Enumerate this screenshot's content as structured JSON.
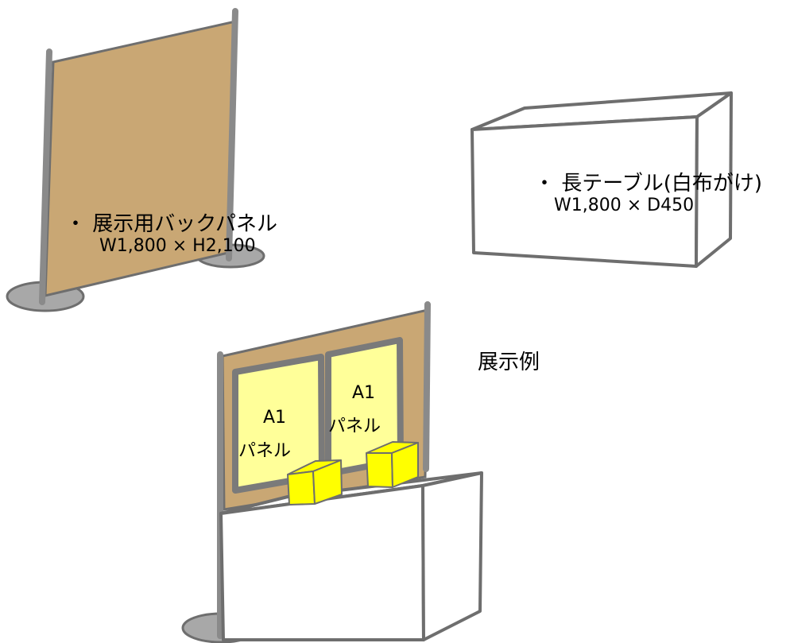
{
  "colors": {
    "panel_board": "#C9A774",
    "frame_gray": "#8A8A8A",
    "outline_gray": "#6E6E6E",
    "stand_gray": "#A8A8A8",
    "poster_yellow": "#FFFF99",
    "box_yellow": "#FFFF00",
    "table_white": "#FFFFFF"
  },
  "back_panel": {
    "label": "・ 展示用バックパネル",
    "dims": "W1,800 × H2,100"
  },
  "long_table": {
    "label": "・ 長テーブル(白布がけ)",
    "dims": "W1,800 × D450"
  },
  "example": {
    "title": "展示例",
    "posters": [
      {
        "line1": "A1",
        "line2": "パネル"
      },
      {
        "line1": "A1",
        "line2": "パネル"
      }
    ]
  }
}
